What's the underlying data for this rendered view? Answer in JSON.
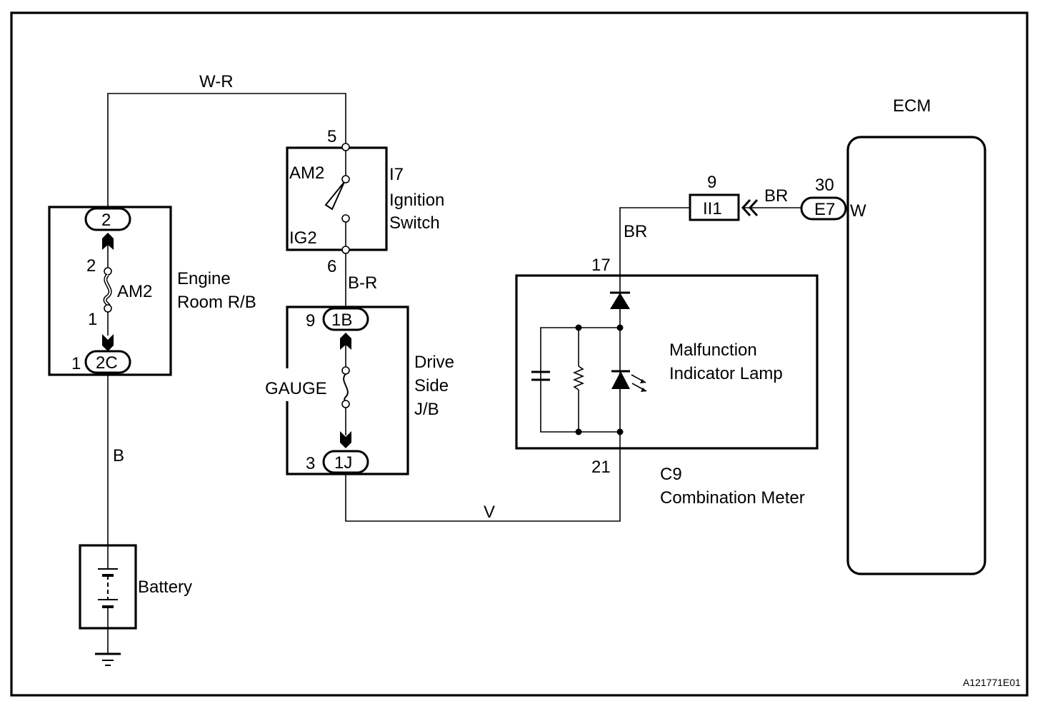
{
  "diagram": {
    "id": "A121771E01",
    "components": {
      "engine_room_rb": {
        "label_line1": "Engine",
        "label_line2": "Room R/B",
        "connector_top": "2",
        "connector_bottom": "2C",
        "connector_bottom_pin": "1",
        "fuse_label": "AM2",
        "fuse_pin_top": "2",
        "fuse_pin_bottom": "1"
      },
      "ignition_switch": {
        "code": "I7",
        "label_line1": "Ignition",
        "label_line2": "Switch",
        "pin_top": "5",
        "pin_bottom": "6",
        "contact_top": "AM2",
        "contact_bottom": "IG2"
      },
      "drive_side_jb": {
        "label_line1": "Drive",
        "label_line2": "Side",
        "label_line3": "J/B",
        "connector_top": "1B",
        "connector_top_pin": "9",
        "connector_bottom": "1J",
        "connector_bottom_pin": "3",
        "fuse_label": "GAUGE"
      },
      "combination_meter": {
        "code": "C9",
        "label": "Combination Meter",
        "pin_top": "17",
        "pin_bottom": "21",
        "lamp_line1": "Malfunction",
        "lamp_line2": "Indicator Lamp"
      },
      "junction": {
        "connector": "II1",
        "pin": "9"
      },
      "ecm": {
        "label": "ECM",
        "connector": "E7",
        "pin": "30",
        "terminal": "W"
      },
      "battery": {
        "label": "Battery"
      }
    },
    "wires": {
      "w_r": "W-R",
      "b": "B",
      "b_r": "B-R",
      "v": "V",
      "br_vertical": "BR",
      "br_ecm": "BR"
    }
  }
}
